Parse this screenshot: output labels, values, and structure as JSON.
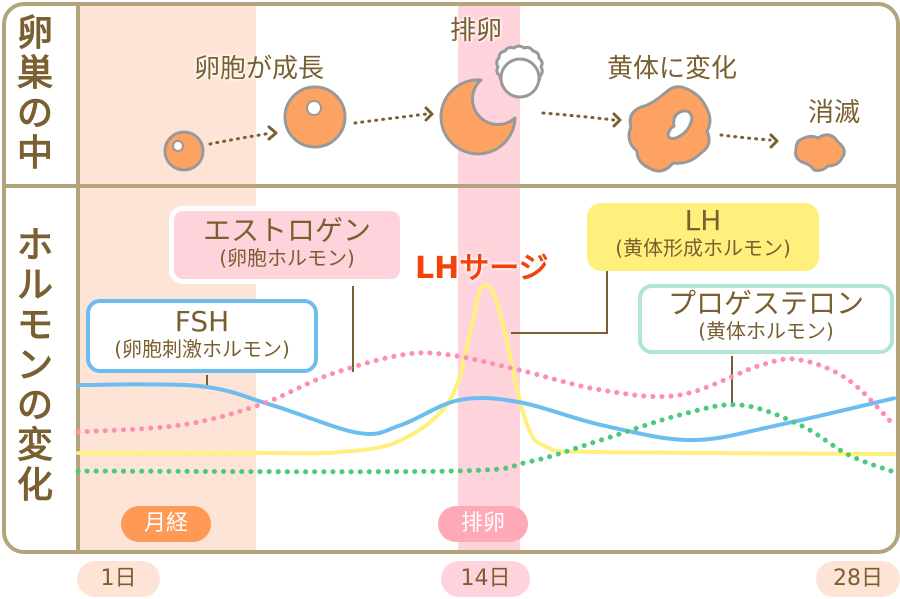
{
  "title_rows": {
    "ovary": "卵巣の中",
    "hormone": "ホルモンの変化"
  },
  "stages": [
    {
      "label": "卵胞が成長"
    },
    {
      "label": "排卵"
    },
    {
      "label": "黄体に変化"
    },
    {
      "label": "消滅"
    }
  ],
  "labels": {
    "estrogen": {
      "name": "エストロゲン",
      "sub": "(卵胞ホルモン)"
    },
    "fsh": {
      "name": "FSH",
      "sub": "(卵胞刺激ホルモン)"
    },
    "lh": {
      "name": "LH",
      "sub": "(黄体形成ホルモン)"
    },
    "progesterone": {
      "name": "プロゲステロン",
      "sub": "(黄体ホルモン)"
    },
    "lh_surge": "LHサージ"
  },
  "phases": {
    "menstruation": "月経",
    "ovulation": "排卵"
  },
  "days": {
    "d1": "1日",
    "d14": "14日",
    "d28": "28日"
  },
  "colors": {
    "frame": "#b4a47c",
    "text": "#7a6030",
    "menstruation_band": "#fde4d6",
    "ovulation_band": "#ffd3dc",
    "fsh": "#6dbdf0",
    "lh": "#fff07e",
    "estrogen": "#ff8fb0",
    "progesterone": "#4cc97a",
    "follicle": "#fea262",
    "surge_text": "#f2420d"
  },
  "chart_data": {
    "type": "line",
    "title": "ホルモンの変化",
    "xlabel": "",
    "ylabel": "",
    "xlim": [
      1,
      28
    ],
    "ylim": [
      0,
      100
    ],
    "x_ticks": [
      "1日",
      "14日",
      "28日"
    ],
    "shaded_ranges": [
      {
        "label": "月経",
        "from_day": 1,
        "to_day": 6.8
      },
      {
        "label": "排卵",
        "from_day": 13.5,
        "to_day": 15.5
      }
    ],
    "series": [
      {
        "name": "FSH",
        "style": "solid",
        "points": [
          [
            1,
            50
          ],
          [
            5,
            49.5
          ],
          [
            7.4,
            39.5
          ],
          [
            10.3,
            24.7
          ],
          [
            11.7,
            29
          ],
          [
            13.6,
            42
          ],
          [
            15.6,
            41
          ],
          [
            18.3,
            29
          ],
          [
            21.3,
            21
          ],
          [
            24.2,
            29
          ],
          [
            28,
            43
          ]
        ]
      },
      {
        "name": "LH",
        "style": "solid",
        "points": [
          [
            1,
            14.2
          ],
          [
            7,
            14.2
          ],
          [
            9.7,
            14.7
          ],
          [
            11.7,
            21
          ],
          [
            13.3,
            42
          ],
          [
            14,
            79
          ],
          [
            14.3,
            100
          ],
          [
            14.7,
            100
          ],
          [
            15.1,
            79
          ],
          [
            15.8,
            31.6
          ],
          [
            16.5,
            17.4
          ],
          [
            18.3,
            14.7
          ],
          [
            28,
            13.7
          ]
        ]
      },
      {
        "name": "エストロゲン",
        "style": "dotted",
        "points": [
          [
            1,
            25.3
          ],
          [
            4.4,
            28.9
          ],
          [
            7,
            39.5
          ],
          [
            9.3,
            55.3
          ],
          [
            11.7,
            65.8
          ],
          [
            13.3,
            65.8
          ],
          [
            15.6,
            57.9
          ],
          [
            18.3,
            47.4
          ],
          [
            20.9,
            44.7
          ],
          [
            23.6,
            60.5
          ],
          [
            24.9,
            63.2
          ],
          [
            26.5,
            52.6
          ],
          [
            28,
            28.9
          ]
        ]
      },
      {
        "name": "プロゲステロン",
        "style": "dotted",
        "points": [
          [
            1,
            4.7
          ],
          [
            13.3,
            4.7
          ],
          [
            15.9,
            9.5
          ],
          [
            18.3,
            21
          ],
          [
            20.9,
            34.2
          ],
          [
            22.9,
            39.5
          ],
          [
            24.9,
            28.9
          ],
          [
            26.5,
            13.2
          ],
          [
            28,
            4.2
          ]
        ]
      }
    ],
    "annotations": [
      "LHサージ"
    ]
  }
}
